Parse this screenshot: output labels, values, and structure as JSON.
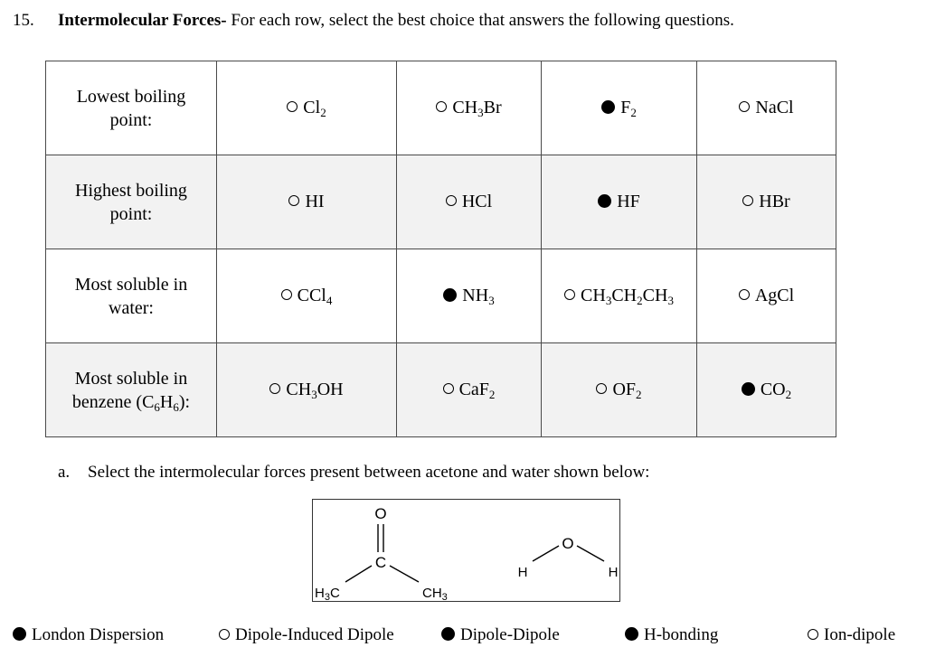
{
  "question": {
    "number": "15.",
    "title_bold": "Intermolecular Forces-",
    "title_rest": " For each row, select the best choice that answers the following questions."
  },
  "table": {
    "rows": [
      {
        "label_line1": "Lowest boiling",
        "label_line2": "point:",
        "options": [
          {
            "base": "Cl",
            "sub": "2",
            "tail": "",
            "selected": false
          },
          {
            "base": "CH",
            "sub": "3",
            "tail": "Br",
            "selected": false
          },
          {
            "base": "F",
            "sub": "2",
            "tail": "",
            "selected": true
          },
          {
            "base": "NaCl",
            "sub": "",
            "tail": "",
            "selected": false
          }
        ]
      },
      {
        "label_line1": "Highest boiling",
        "label_line2": "point:",
        "options": [
          {
            "base": "HI",
            "sub": "",
            "tail": "",
            "selected": false
          },
          {
            "base": "HCl",
            "sub": "",
            "tail": "",
            "selected": false
          },
          {
            "base": "HF",
            "sub": "",
            "tail": "",
            "selected": true
          },
          {
            "base": "HBr",
            "sub": "",
            "tail": "",
            "selected": false
          }
        ]
      },
      {
        "label_line1": "Most soluble in",
        "label_line2": "water:",
        "options": [
          {
            "base": "CCl",
            "sub": "4",
            "tail": "",
            "selected": false
          },
          {
            "base": "NH",
            "sub": "3",
            "tail": "",
            "selected": true
          },
          {
            "base": "CH",
            "sub": "3",
            "tail": "CH",
            "sub2": "2",
            "tail2": "CH",
            "sub3": "3",
            "selected": false
          },
          {
            "base": "AgCl",
            "sub": "",
            "tail": "",
            "selected": false
          }
        ]
      },
      {
        "label_line1": "Most soluble in",
        "label_line2_a": "benzene (C",
        "label_line2_sub1": "6",
        "label_line2_b": "H",
        "label_line2_sub2": "6",
        "label_line2_c": "):",
        "options": [
          {
            "base": "CH",
            "sub": "3",
            "tail": "OH",
            "selected": false
          },
          {
            "base": "CaF",
            "sub": "2",
            "tail": "",
            "selected": false
          },
          {
            "base": "OF",
            "sub": "2",
            "tail": "",
            "selected": false
          },
          {
            "base": "CO",
            "sub": "2",
            "tail": "",
            "selected": true
          }
        ]
      }
    ]
  },
  "subquestion": {
    "letter": "a.",
    "text": "Select the intermolecular forces present between acetone and water shown below:"
  },
  "molecules": {
    "acetone": {
      "o": "O",
      "c": "C",
      "left": "H3C",
      "right": "CH3"
    },
    "water": {
      "o": "O",
      "h_left": "H",
      "h_right": "H"
    }
  },
  "forces": [
    {
      "label": "London Dispersion",
      "selected": true
    },
    {
      "label": "Dipole-Induced Dipole",
      "selected": false
    },
    {
      "label": "Dipole-Dipole",
      "selected": true
    },
    {
      "label": "H-bonding",
      "selected": true
    },
    {
      "label": "Ion-dipole",
      "selected": false
    }
  ]
}
